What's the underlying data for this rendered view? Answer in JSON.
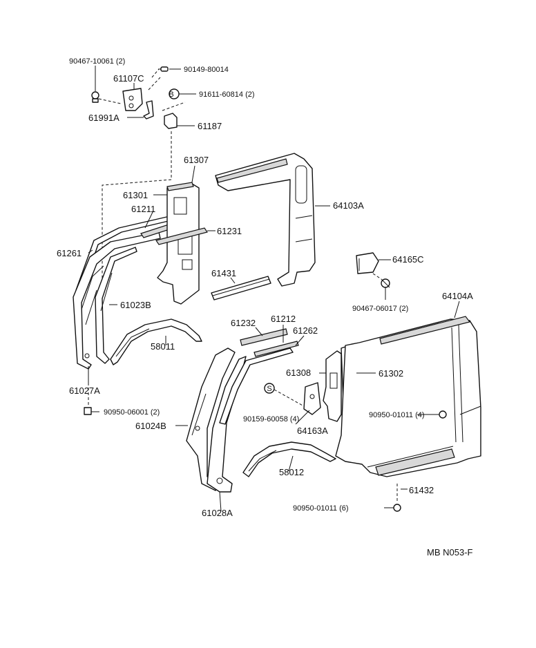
{
  "diagram": {
    "code": "MB N053-F",
    "labels": {
      "p90467_10061": "90467-10061 (2)",
      "p90149_80014": "90149-80014",
      "p61107C": "61107C",
      "p91611_60814": "91611-60814 (2)",
      "p61991A": "61991A",
      "p61187": "61187",
      "p61307": "61307",
      "p61301": "61301",
      "p61211": "61211",
      "p61231": "61231",
      "p61261": "61261",
      "p61023B": "61023B",
      "p58011": "58011",
      "p61027A": "61027A",
      "p90950_06001": "90950-06001 (2)",
      "p64103A": "64103A",
      "p64165C": "64165C",
      "p90467_06017": "90467-06017 (2)",
      "p61431": "61431",
      "p64104A": "64104A",
      "p61232": "61232",
      "p61212": "61212",
      "p61262": "61262",
      "p61308": "61308",
      "p61302": "61302",
      "p90159_60058": "90159-60058 (4)",
      "p64163A": "64163A",
      "p90950_01011_4": "90950-01011 (4)",
      "p61024B": "61024B",
      "p58012": "58012",
      "p61432": "61432",
      "p90950_01011_6": "90950-01011 (6)",
      "p61028A": "61028A"
    },
    "markers": {
      "b": "B",
      "s": "S"
    }
  }
}
